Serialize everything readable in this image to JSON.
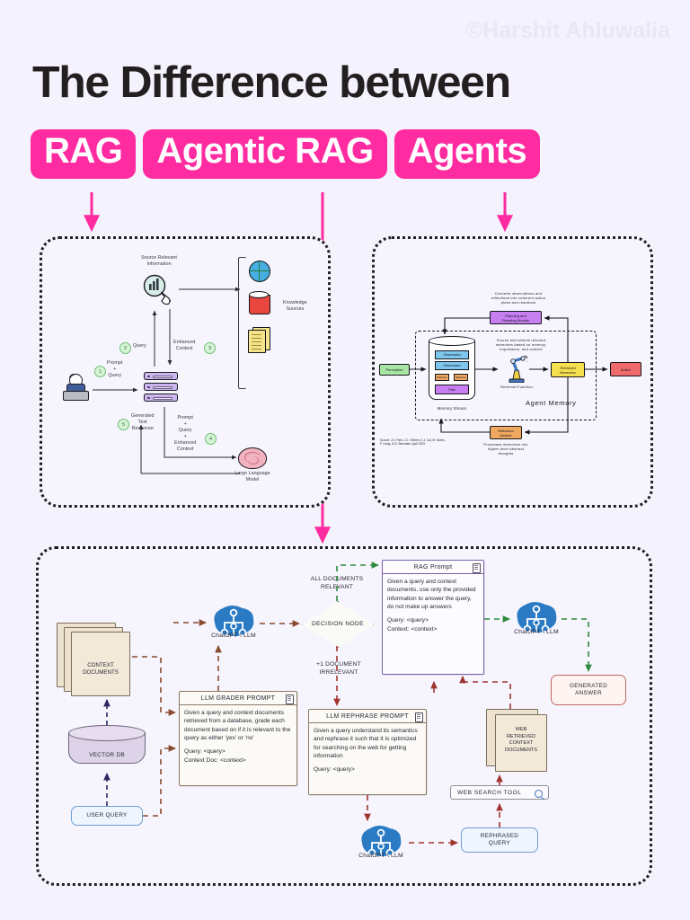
{
  "watermark": "©Harshit Ahluwalia",
  "header": {
    "title": "The Difference between",
    "badges": [
      "RAG",
      "Agentic RAG",
      "Agents"
    ],
    "badge_color": "#ff2ba0",
    "title_color": "#231f20"
  },
  "panels": {
    "rag": {
      "name": "RAG",
      "labels": {
        "source_relevant": "Source Relevant\nInformation",
        "knowledge_sources": "Knowledge\nSources",
        "query": "Query",
        "enhanced_context": "Enhanced\nContext",
        "prompt_query": "Prompt\n+\nQuery",
        "generated_text": "Generated\nText\nResponse",
        "prompt_query_context": "Prompt\n+\nQuery\n+\nEnhanced\nContext",
        "llm": "Large Language\nModel"
      },
      "steps": [
        "1",
        "2",
        "3",
        "4",
        "5"
      ],
      "icons": [
        "globe-icon",
        "database-cylinder-icon",
        "documents-icon",
        "magnifier-chart-icon",
        "server-stack-icon",
        "person-laptop-icon",
        "brain-icon"
      ]
    },
    "agents": {
      "name": "Agents",
      "nodes": {
        "perception": "Perception",
        "planning_module": "Planning and\nReacting Module",
        "planning_caption": "Converts observations and\nreflections into coherent action\nplans and reactions",
        "retrieval_caption": "Scores and selects relevant\nmemories based on recency,\nimportance, and context",
        "retrieval_function": "Retrieval Function",
        "retrieved_memories": "Retrieved\nMemories",
        "action": "Action",
        "reflection_module": "Reflection\nModule",
        "reflection_caption": "Processes memories into\nhigher-level abstract\nthoughts",
        "agent_memory": "Agent Memory",
        "memory_stream": "Memory Stream"
      },
      "memory_items": [
        "Observation",
        "Observation",
        "Reflection",
        "Reflection",
        "Plan"
      ],
      "source": "Source: J.S. Park, J.C. O'Brien, C.J. Cai, M. Morris,\nP. Liang, M.S. Bernstein, April 2023",
      "colors": {
        "perception": "#a8e6a3",
        "planning": "#c77ef0",
        "observation": "#7ec8f0",
        "reflection": "#f0a860",
        "plan": "#c77ef0",
        "retrieved": "#f5e04e",
        "action": "#ef6b6b"
      }
    },
    "agentic": {
      "name": "Agentic RAG",
      "nodes": {
        "context_documents": "CONTEXT\nDOCUMENTS",
        "vector_db": "VECTOR DB",
        "user_query": "USER QUERY",
        "llm_top": "ChatGPT \\ LLM",
        "llm_right": "ChatGPT \\ LLM",
        "llm_bottom": "ChatGPT \\ LLM",
        "decision_node": "DECISION\nNODE",
        "edge_all_relevant": "ALL DOCUMENTS\nRELEVANT",
        "edge_irrelevant": "+1 DOCUMENT\nIRRELEVANT",
        "generated_answer": "GENERATED\nANSWER",
        "web_docs": "WEB\nRETRIEVED\nCONTEXT\nDOCUMENTS",
        "web_search_tool": "WEB SEARCH TOOL",
        "rephrased_query": "REPHRASED\nQUERY"
      },
      "rag_prompt": {
        "title": "RAG Prompt",
        "body": "Given a query and context documents, use only the provided information to answer the query, do not make up answers",
        "fields": "Query: <query>\nContext: <context>"
      },
      "grader_prompt": {
        "title": "LLM GRADER PROMPT",
        "body": "Given a query and context documents retrieved from a database, grade each document based on if it is relevant to the query as either 'yes' or 'no'",
        "fields": "Query: <query>\nContext Doc: <context>"
      },
      "rephrase_prompt": {
        "title": "LLM REPHRASE PROMPT",
        "body": "Given a query understand its semantics and rephrase it such that it is optimized for searching on the web for getting information",
        "fields": "Query: <query>"
      }
    }
  }
}
